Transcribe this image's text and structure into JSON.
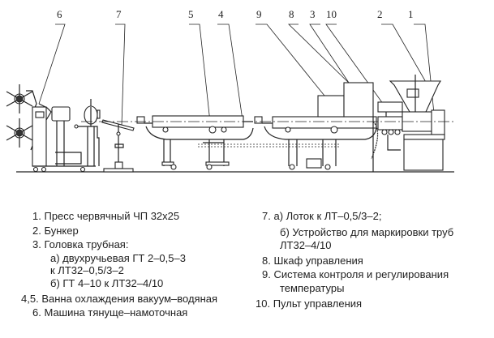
{
  "callouts": [
    "6",
    "7",
    "5",
    "4",
    "9",
    "8",
    "3",
    "10",
    "2",
    "1"
  ],
  "legend": {
    "left": [
      {
        "num": "1.",
        "text": "Пресс червячный ЧП 32х25"
      },
      {
        "num": "2.",
        "text": "Бункер"
      },
      {
        "num": "3.",
        "text": "Головка трубная:"
      },
      {
        "num": "",
        "text": "а) двухручьевая ГТ 2–0,5–3"
      },
      {
        "num": "",
        "text": "к ЛТ32–0,5/3–2"
      },
      {
        "num": "",
        "text": "б) ГТ 4–10 к ЛТ32–4/10"
      },
      {
        "num": "4,5.",
        "text": "Ванна охлаждения вакуум–водяная"
      },
      {
        "num": "6.",
        "text": "Машина тянуще–намоточная"
      }
    ],
    "right": [
      {
        "num": "7.",
        "text": "а) Лоток к ЛТ–0,5/3–2;"
      },
      {
        "num": "",
        "text": "б) Устройство для маркировки труб"
      },
      {
        "num": "",
        "text": "ЛТ32–4/10"
      },
      {
        "num": "8.",
        "text": "Шкаф управления"
      },
      {
        "num": "9.",
        "text": "Система контроля и регулирования"
      },
      {
        "num": "",
        "text": "температуры"
      },
      {
        "num": "10.",
        "text": "Пульт управления"
      }
    ]
  }
}
